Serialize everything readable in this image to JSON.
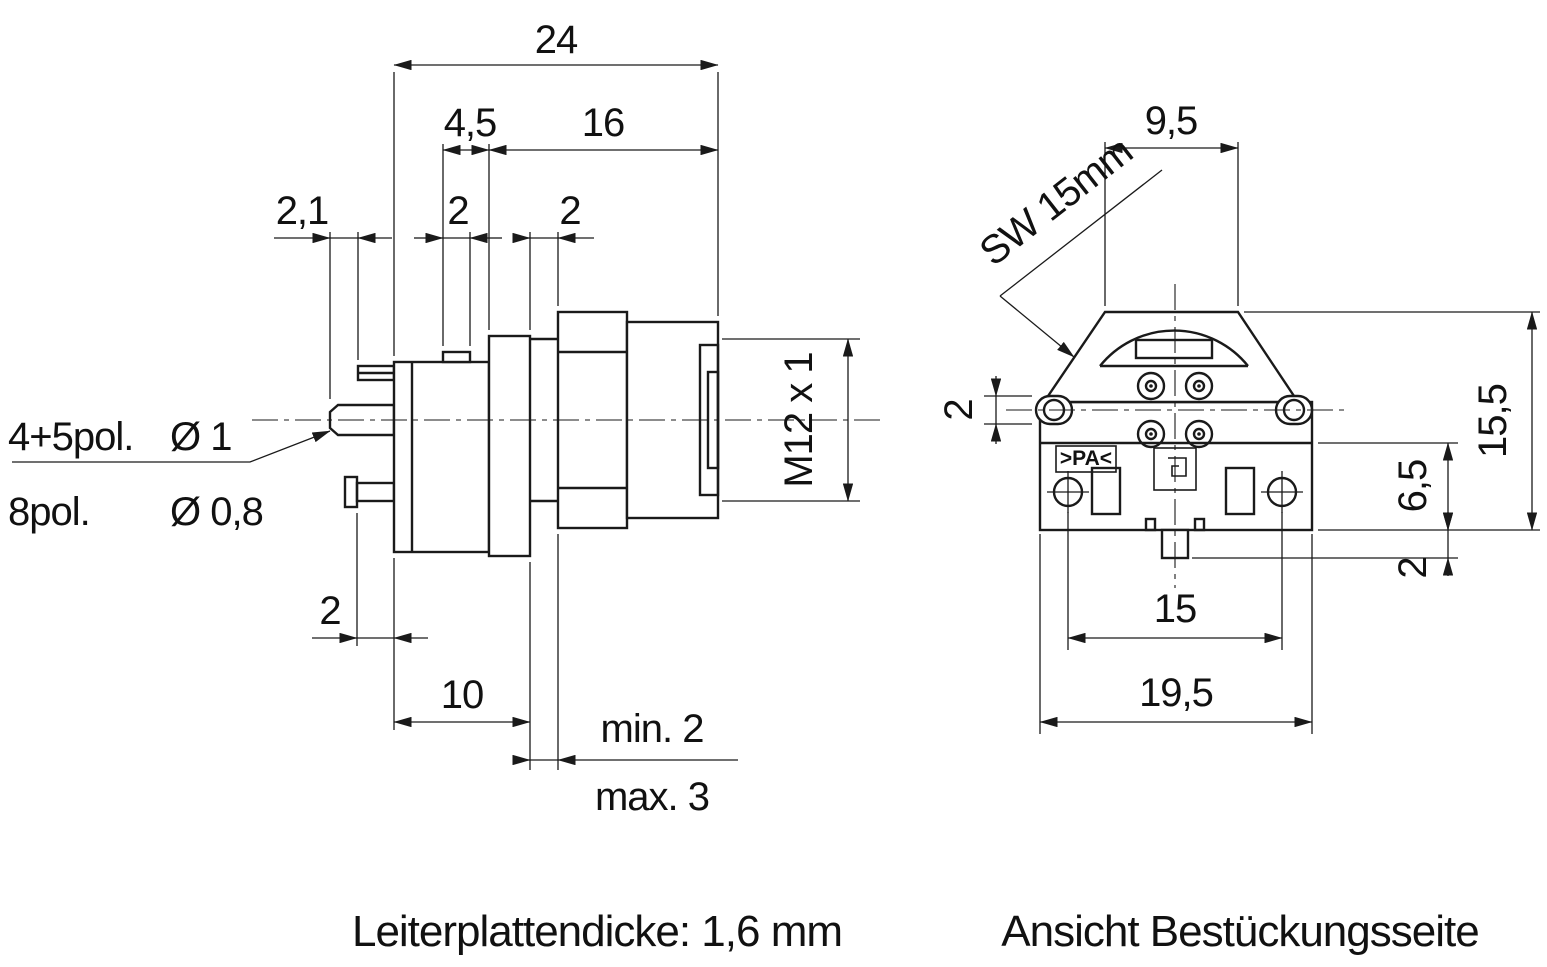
{
  "captions": {
    "left": "Leiterplattendicke: 1,6 mm",
    "right": "Ansicht Bestückungsseite"
  },
  "left_view": {
    "dims": {
      "total_length": "24",
      "front_offset": "4,5",
      "thread_length": "16",
      "pin_step": "2,1",
      "tab_width": "2",
      "panel_gap": "2",
      "pin_row_offset": "2",
      "body_length": "10",
      "panel_min": "min. 2",
      "panel_max": "max. 3",
      "thread": "M12 x 1"
    },
    "pin_note": {
      "rows": [
        {
          "label": "4+5pol.",
          "dia": "Ø 1"
        },
        {
          "label": "8pol.",
          "dia": "Ø 0,8"
        }
      ]
    }
  },
  "right_view": {
    "dims": {
      "top_width": "9,5",
      "wrench_size": "SW 15mm",
      "ear_height": "2",
      "lower_height": "6,5",
      "total_height": "15,5",
      "tab_depth": "2",
      "peg_spacing": "15",
      "total_width": "19,5"
    },
    "marking": ">PA<"
  }
}
